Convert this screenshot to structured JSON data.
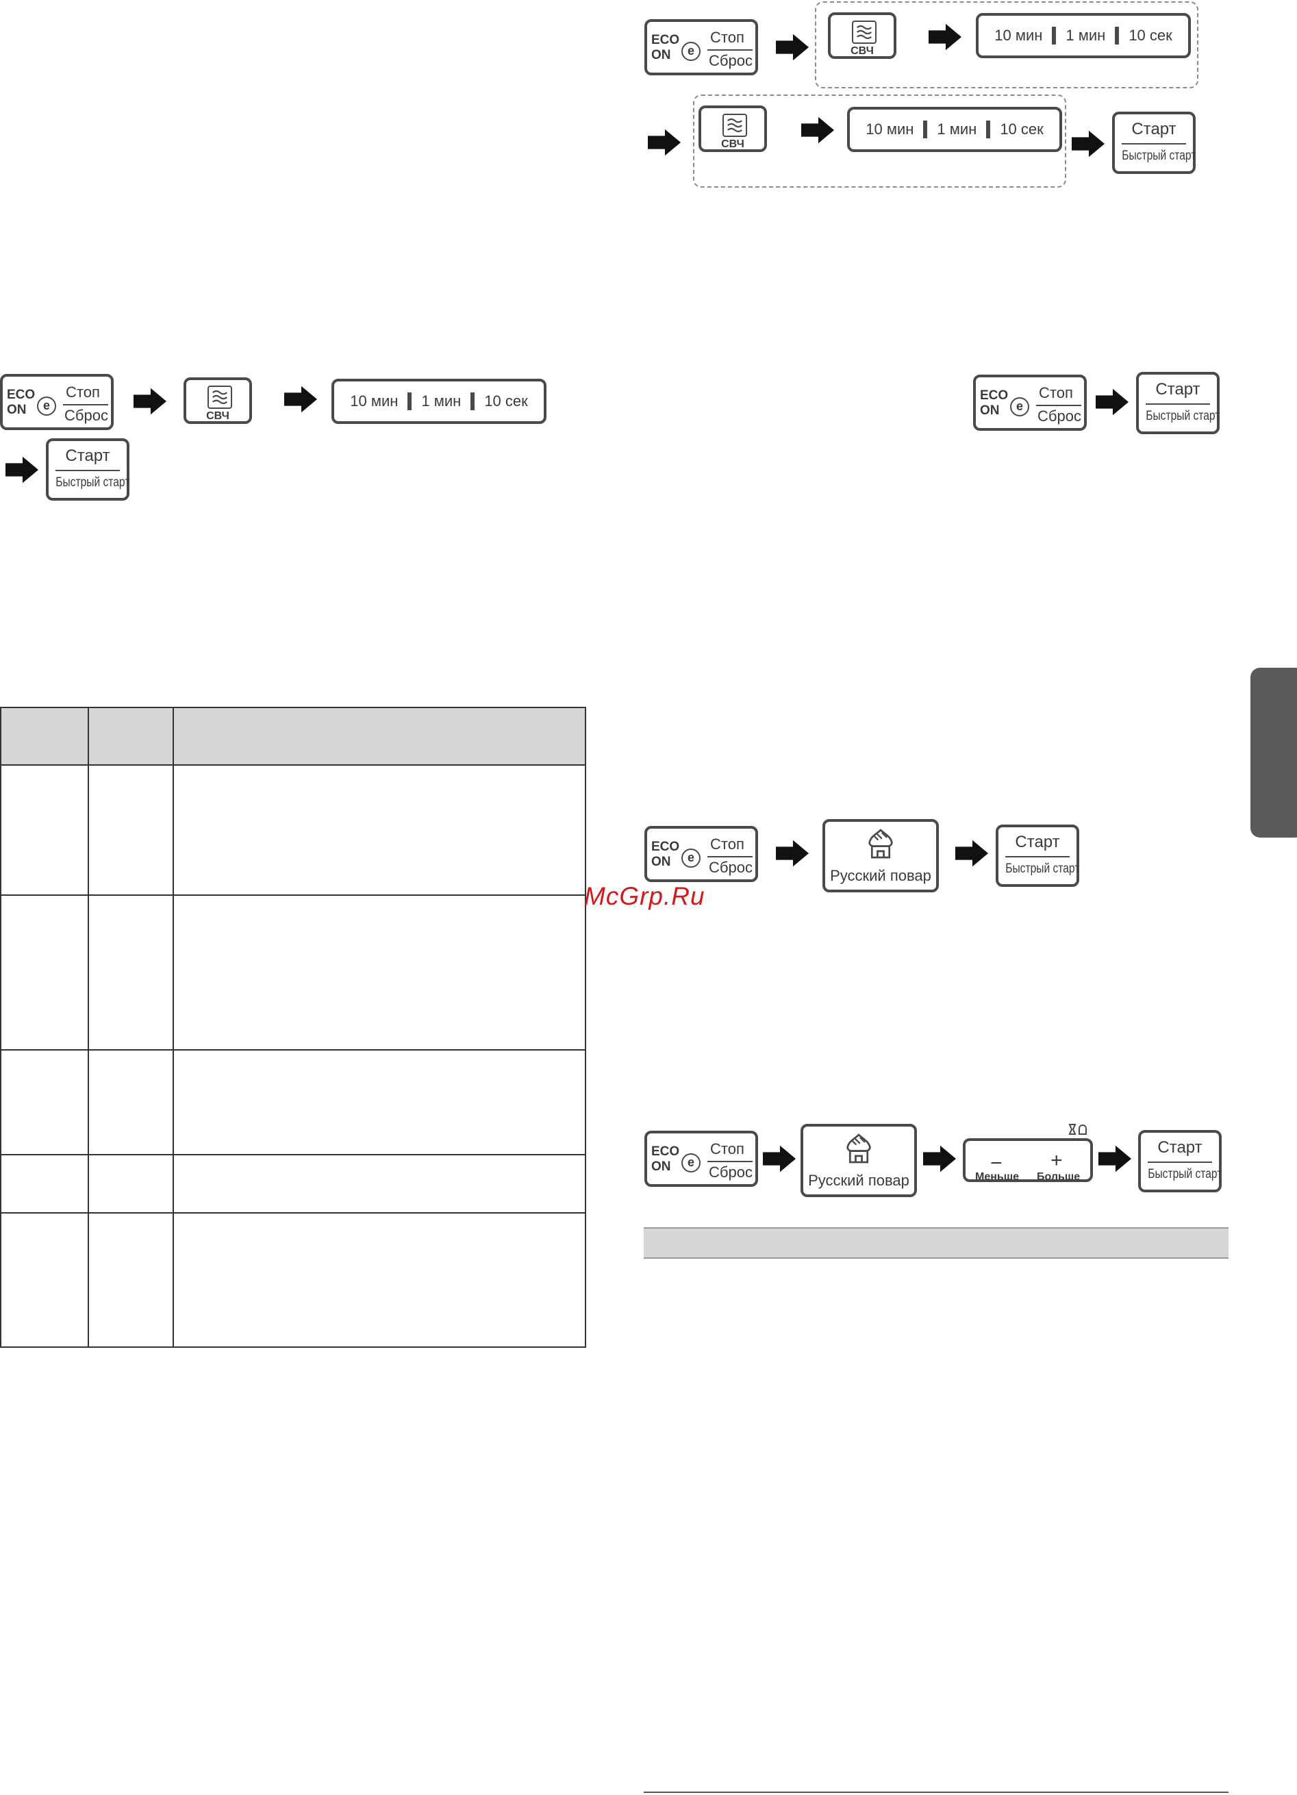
{
  "keys": {
    "eco_line1": "ECO",
    "eco_line2": "ON",
    "eco_symbol": "e",
    "stop": "Стоп",
    "reset": "Сброс",
    "start": "Старт",
    "quick_start": "Быстрый старт",
    "microwave": "СВЧ",
    "time_10min": "10 мин",
    "time_1min": "1 мин",
    "time_10sec": "10 сек",
    "russian_chef": "Русский повар",
    "less_symbol": "−",
    "more_symbol": "+",
    "less": "Меньше",
    "more": "Больше"
  },
  "watermark": "McGrp.Ru",
  "icons": {
    "arrow": "right-arrow-icon",
    "microwave": "microwave-waves-icon",
    "chef": "chef-hat-icon",
    "weight": "weight-icon"
  },
  "colors": {
    "key_border": "#4a4a4a",
    "table_header": "#d6d6d6",
    "watermark": "#d11a1a",
    "tab_marker": "#5a5a5a"
  }
}
